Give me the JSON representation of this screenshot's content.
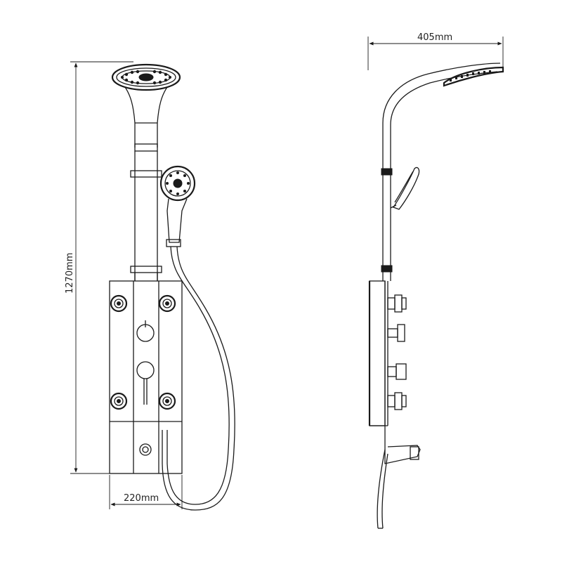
{
  "dimensions": {
    "height": "1270mm",
    "front_width": "220mm",
    "side_depth": "405mm"
  }
}
